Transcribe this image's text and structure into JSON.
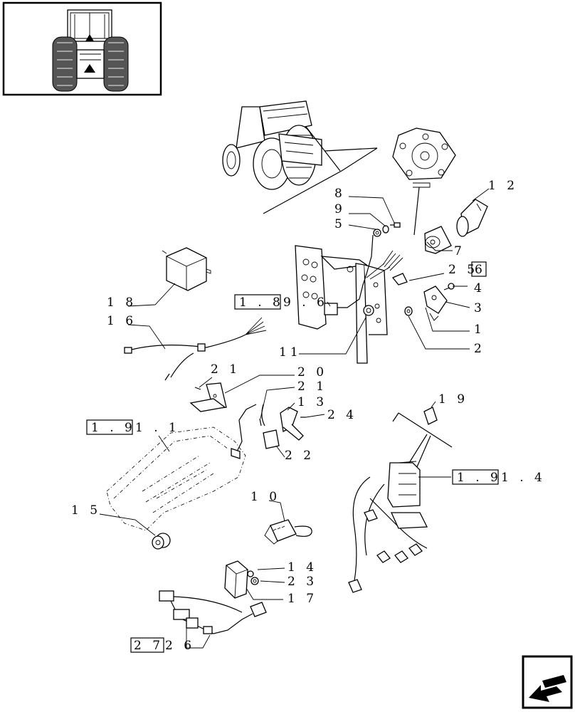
{
  "labels": {
    "l8": "8",
    "l9": "9",
    "l5": "5",
    "l12": "1 2",
    "l7": "7",
    "l25": "2 5",
    "l6box": "6",
    "l4": "4",
    "l3": "3",
    "l1": "1",
    "l2": "2",
    "l18": "1 8",
    "l16": "1 6",
    "ref189": "1 . 8",
    "ref189tail": "9 . 6",
    "l11": "11",
    "l21a": "2 1",
    "l20": "2 0",
    "l21b": "2 1",
    "l13": "1 3",
    "l24": "2 4",
    "l22": "2 2",
    "ref191a": "1 . 9",
    "ref191atail": "1 . 1",
    "l19": "1 9",
    "ref1914": "1 . 9",
    "ref1914tail": "1 . 4",
    "l15": "1 5",
    "l10": "1 0",
    "l14": "1 4",
    "l23": "2 3",
    "l17": "1 7",
    "ref272": "2 7",
    "ref272tail": "2 6"
  },
  "icons": {
    "thumbnail": "tractor-rear-view-thumbnail",
    "nav": "previous-page-arrow-icon"
  }
}
